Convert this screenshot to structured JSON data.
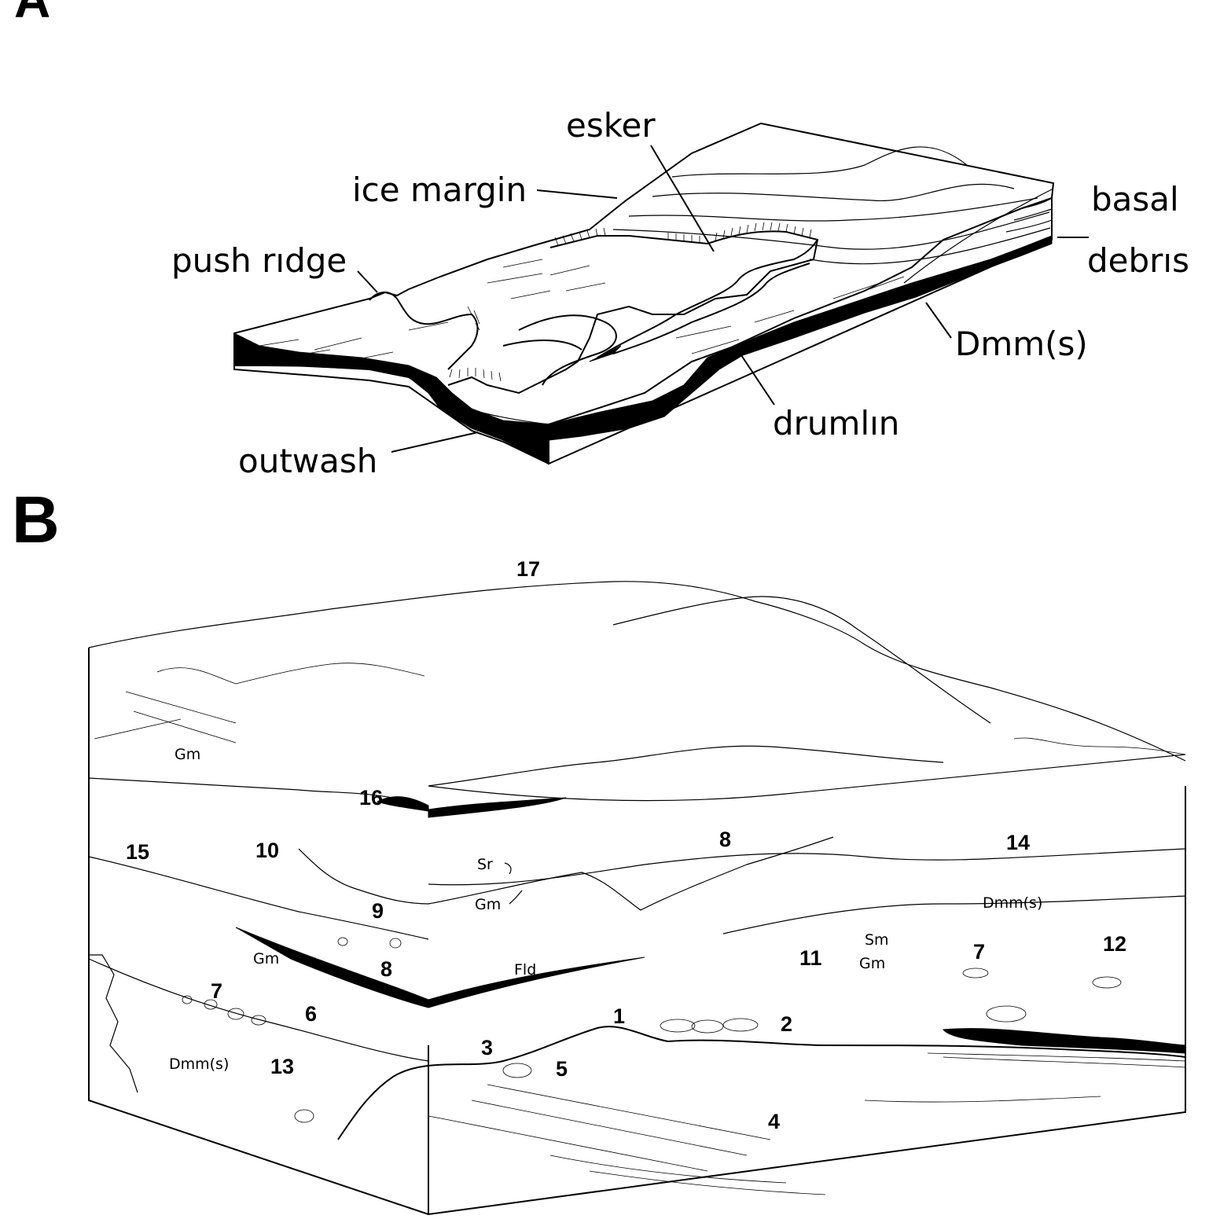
{
  "panels": {
    "a": {
      "letter": "A",
      "labels": {
        "esker": "esker",
        "ice_margin": "ice margin",
        "basal": "basal",
        "debris": "debrıs",
        "push_ridge": "push rıdge",
        "dmm_s": "Dmm(s)",
        "drumlin": "drumlın",
        "outwash": "outwash"
      }
    },
    "b": {
      "letter": "B",
      "numbers": [
        "17",
        "16",
        "15",
        "10",
        "9",
        "8",
        "14",
        "11",
        "12",
        "7",
        "8",
        "7",
        "6",
        "13",
        "1",
        "2",
        "3",
        "5",
        "4"
      ],
      "codes": {
        "gm_top": "Gm",
        "sr": "Sr",
        "gm_arrow": "Gm",
        "dmm_s_right": "Dmm(s)",
        "sm": "Sm",
        "gm_right": "Gm",
        "gm_left": "Gm",
        "fld": "Fld",
        "dmm_s_left": "Dmm(s)"
      }
    }
  }
}
